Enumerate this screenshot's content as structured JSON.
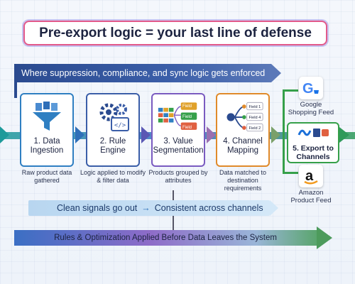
{
  "title": "Pre-export logic = your last line of defense",
  "banner": "Where suppression, compliance, and sync logic gets enforced",
  "steps": [
    {
      "label_1": "1. Data",
      "label_2": "Ingestion",
      "desc": "Raw product data gathered",
      "color": "#2f7fc2"
    },
    {
      "label_1": "2. Rule",
      "label_2": "Engine",
      "desc": "Logic applied to modify & filter data",
      "color": "#3b5ea8"
    },
    {
      "label_1": "3. Value",
      "label_2": "Segmentation",
      "desc": "Products grouped by attributes",
      "color": "#7a5bc0"
    },
    {
      "label_1": "4. Channel",
      "label_2": "Mapping",
      "desc": "Data matched to destination requirements",
      "color": "#e08a2a"
    }
  ],
  "fields": [
    "Field",
    "Field",
    "Field"
  ],
  "mapping_fields": [
    "Field 1",
    "Field 4",
    "Field 2"
  ],
  "export": {
    "label_1": "5. Export to",
    "label_2": "Channels"
  },
  "google": {
    "label_1": "Google",
    "label_2": "Shopping Feed"
  },
  "amazon": {
    "label_1": "Amazon",
    "label_2": "Product Feed"
  },
  "signals": {
    "left": "Clean signals go out",
    "arrow": "→",
    "right": "Consistent across channels"
  },
  "bottom": "Rules & Optimization Applied Before Data Leaves the System"
}
